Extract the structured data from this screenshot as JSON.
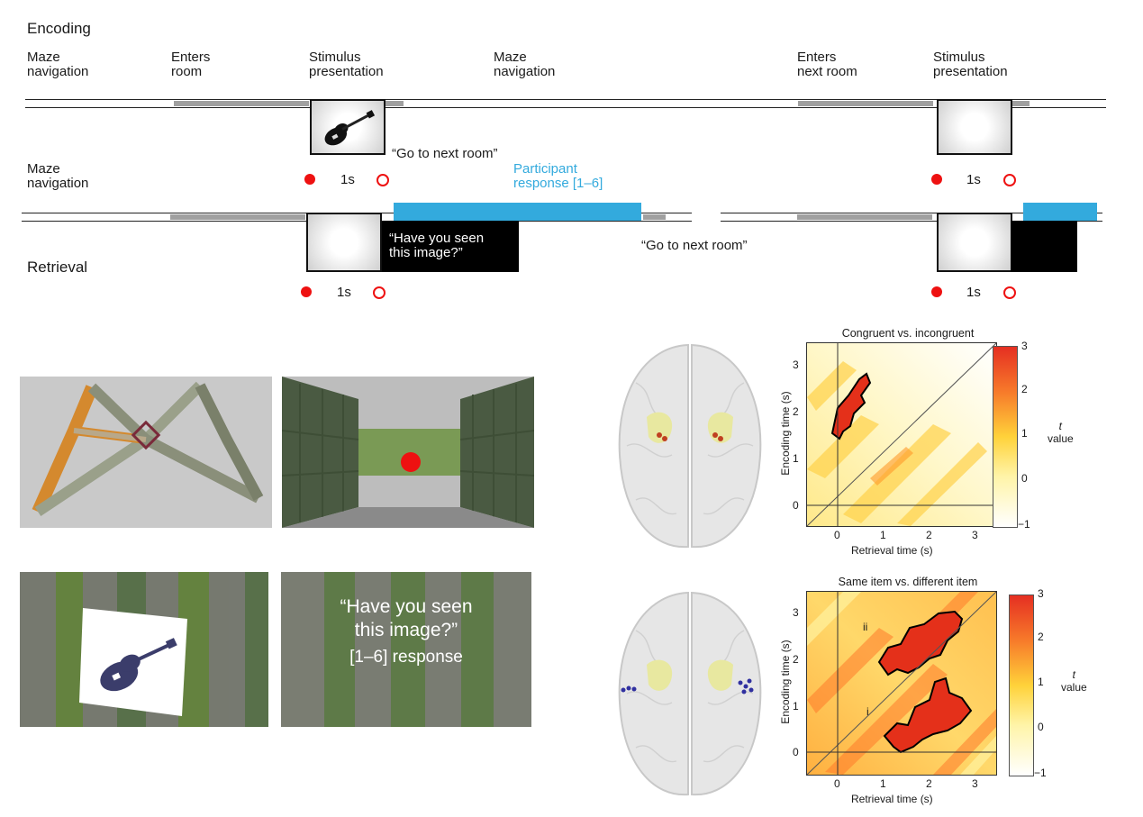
{
  "encoding": {
    "title": "Encoding",
    "labels": {
      "maze1": [
        "Maze",
        "navigation"
      ],
      "enters": [
        "Enters",
        "room"
      ],
      "stim1": [
        "Stimulus",
        "presentation"
      ],
      "maze2": [
        "Maze",
        "navigation"
      ],
      "enters_next": [
        "Enters",
        "next room"
      ],
      "stim2": [
        "Stimulus",
        "presentation"
      ]
    },
    "go_next": "“Go to next room”",
    "duration": "1s"
  },
  "retrieval": {
    "title": "Retrieval",
    "maze_label": [
      "Maze",
      "navigation"
    ],
    "participant_response": [
      "Participant",
      "response [1–6]"
    ],
    "question": [
      "“Have you seen",
      "this image?”"
    ],
    "go_next": "“Go to next room”",
    "duration": "1s"
  },
  "vr": {
    "overlay_question": [
      "“Have you seen",
      "this image?”"
    ],
    "overlay_response": "[1–6] response"
  },
  "heatmaps": [
    {
      "title": "Congruent vs. incongruent",
      "xlabel": "Retrieval time (s)",
      "ylabel": "Encoding time (s)",
      "xticks": [
        "0",
        "1",
        "2",
        "3"
      ],
      "yticks": [
        "0",
        "1",
        "2",
        "3"
      ],
      "colorbar": {
        "ticks": [
          "3",
          "2",
          "1",
          "0",
          "−1"
        ],
        "label": [
          "t",
          "value"
        ]
      }
    },
    {
      "title": "Same item vs. different item",
      "xlabel": "Retrieval time (s)",
      "ylabel": "Encoding time (s)",
      "xticks": [
        "0",
        "1",
        "2",
        "3"
      ],
      "yticks": [
        "0",
        "1",
        "2",
        "3"
      ],
      "annotations": [
        "ii",
        "i"
      ],
      "colorbar": {
        "ticks": [
          "3",
          "2",
          "1",
          "0",
          "−1"
        ],
        "label": [
          "t",
          "value"
        ]
      }
    }
  ],
  "colors": {
    "accent_blue": "#33aadd",
    "marker_red": "#ee1111",
    "track_gray": "#a0a0a0"
  }
}
